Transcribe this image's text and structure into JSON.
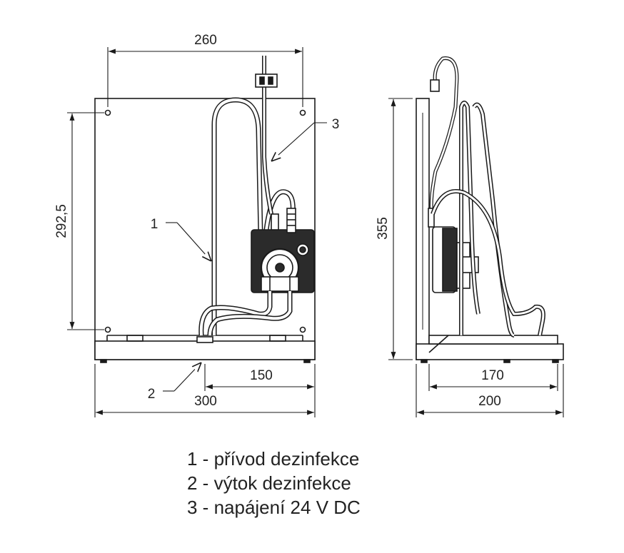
{
  "dimensions": {
    "front_top_width": "260",
    "front_hole_height": "292,5",
    "front_bottom_half": "150",
    "front_total_width": "300",
    "side_height": "355",
    "side_inner_depth": "170",
    "side_total_depth": "200"
  },
  "callouts": {
    "c1": "1",
    "c2": "2",
    "c3": "3"
  },
  "legend": [
    "1 - přívod dezinfekce",
    "2 - výtok dezinfekce",
    "3 - napájení 24 V DC"
  ],
  "colors": {
    "line": "#1a1a1a",
    "fill_dark": "#2b2b2b",
    "fill_light": "#ffffff"
  }
}
